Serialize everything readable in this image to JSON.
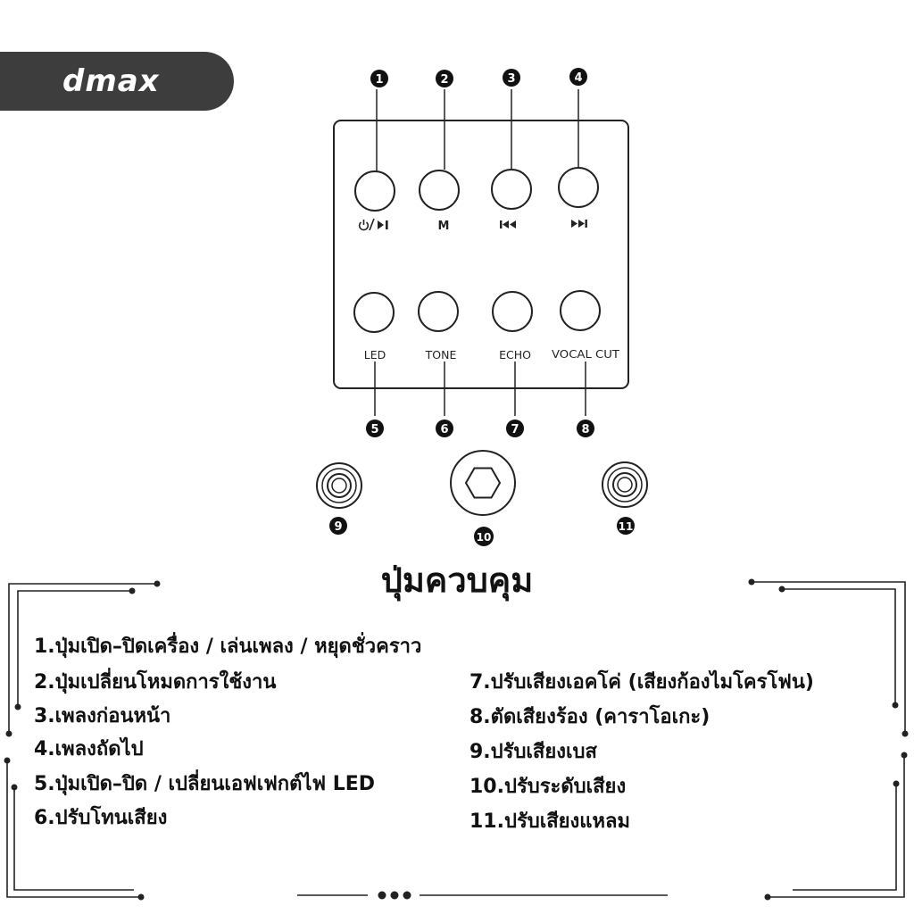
{
  "brand": {
    "logo_text": "dmax"
  },
  "panel": {
    "callouts": [
      "1",
      "2",
      "3",
      "4",
      "5",
      "6",
      "7",
      "8",
      "9",
      "10",
      "11"
    ],
    "top_row_labels": [
      "M"
    ],
    "bottom_row_labels": [
      "LED",
      "TONE",
      "ECHO",
      "VOCAL CUT"
    ],
    "icons": [
      "power-play-pause-icon",
      "mode-icon",
      "previous-track-icon",
      "next-track-icon"
    ]
  },
  "title": "ปุ่มควบคุม",
  "legend": {
    "left": [
      "1.ปุ่มเปิด–ปิดเครื่อง / เล่นเพลง / หยุดชั่วคราว",
      "2.ปุ่มเปลี่ยนโหมดการใช้งาน",
      "3.เพลงก่อนหน้า",
      "4.เพลงถัดไป",
      "5.ปุ่มเปิด–ปิด / เปลี่ยนเอฟเฟกต์ไฟ LED",
      "6.ปรับโทนเสียง"
    ],
    "right": [
      "7.ปรับเสียงเอคโค่ (เสียงก้องไมโครโฟน)",
      "8.ตัดเสียงร้อง (คาราโอเกะ)",
      "9.ปรับเสียงเบส",
      "10.ปรับระดับเสียง",
      "11.ปรับเสียงแหลม"
    ]
  }
}
